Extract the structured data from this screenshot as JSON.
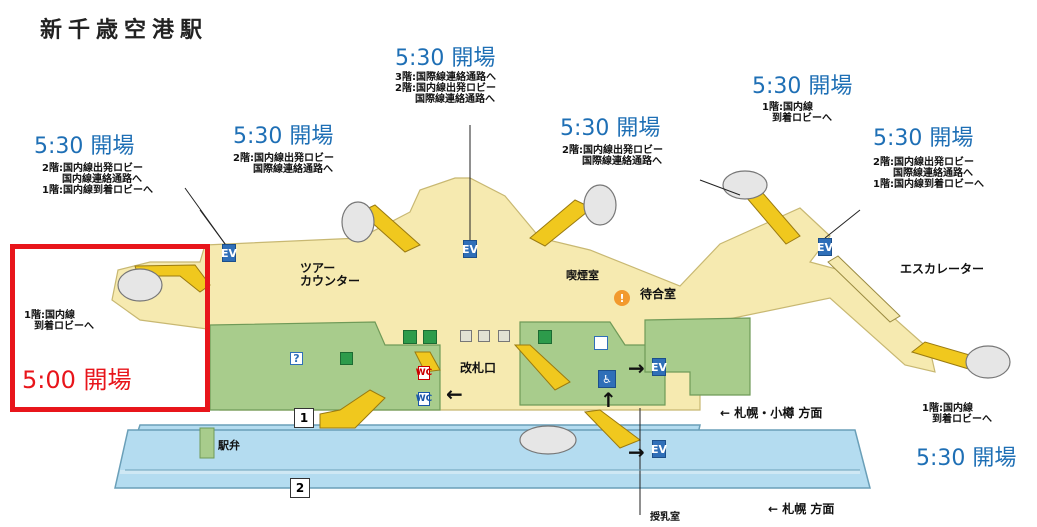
{
  "title": "新千歳空港駅",
  "highlight": {
    "text": "5:00 開場",
    "color": "#e8151b"
  },
  "open_labels": {
    "upper_left": "5:30 開場",
    "upper_center_left": "5:30 開場",
    "top_center": "5:30 開場",
    "upper_center_right": "5:30 開場",
    "upper_right": "5:30 開場",
    "right": "5:30 開場",
    "bottom_right": "5:30 開場"
  },
  "notes": {
    "upper_left": "2階:国内線出発ロビー\n　　国内線連絡通路へ\n1階:国内線到着ロビーへ",
    "upper_center_left": "2階:国内線出発ロビー\n　　国際線連絡通路へ",
    "top_center": "3階:国際線連絡通路へ\n2階:国内線出発ロビー\n　　国際線連絡通路へ",
    "upper_center_right": "2階:国内線出発ロビー\n　　国際線連絡通路へ",
    "upper_right": "1階:国内線\n　到着ロビーへ",
    "right": "2階:国内線出発ロビー\n　　国際線連絡通路へ\n1階:国内線到着ロビーへ",
    "left_box": "1階:国内線\n　到着ロビーへ",
    "bottom_right": "1階:国内線\n　到着ロビーへ"
  },
  "labels": {
    "tour_counter": "ツアー\nカウンター",
    "smoking_room": "喫煙室",
    "waiting_room": "待合室",
    "escalator": "エスカレーター",
    "ticket_gate": "改札口",
    "ekiben": "駅弁",
    "nursing_room": "授乳室"
  },
  "platforms": {
    "p1": "1",
    "p2": "2"
  },
  "directions": {
    "p1": "← 札幌・小樽 方面",
    "p2": "← 札幌 方面"
  },
  "icons": {
    "info": "?",
    "elevator": "EV",
    "toilet": "WC",
    "accessible": "♿",
    "aed": "!"
  },
  "colors": {
    "concourse": "#f6eab0",
    "building": "#a8cc8c",
    "building_edge": "#6f9a58",
    "platform": "#b4dcf0",
    "escalator": "#f0c81e",
    "open_text": "#1e6fb5",
    "highlight": "#e8151b"
  }
}
